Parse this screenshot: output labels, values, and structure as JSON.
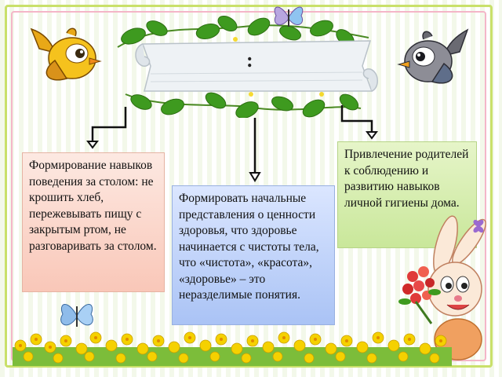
{
  "scroll": {
    "text": ":"
  },
  "boxes": {
    "left": "Формирование навыков поведения за столом: не крошить хлеб, пережевывать пищу с закрытым ртом, не разговаривать за столом.",
    "middle": "Формировать начальные представления о ценности здоровья, что здоровье начинается с чистоты тела, что «чистота», «красота», «здоровье» – это неразделимые понятия.",
    "right": "Привлечение родителей к соблюдению и развитию навыков личной гигиены дома."
  },
  "colors": {
    "frame_green": "#c9e06a",
    "frame_pink": "#f4b6c8",
    "box_left": "#f9c7b8",
    "box_middle": "#aac3f5",
    "box_right": "#c9e79a",
    "leaf_green": "#3e9a1f",
    "flower_yellow": "#f5d100"
  },
  "icons": [
    "yellow-bird-icon",
    "gray-bird-icon",
    "pink-butterfly-icon",
    "blue-butterfly-icon",
    "bunny-with-flowers-icon",
    "scroll-banner-icon",
    "vine-leaves-icon"
  ]
}
